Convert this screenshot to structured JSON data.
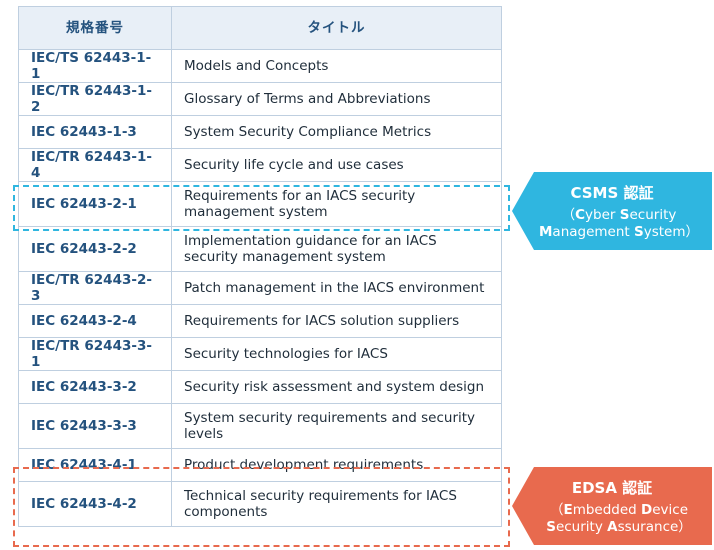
{
  "table": {
    "header": {
      "col1": "規格番号",
      "col2": "タイトル"
    },
    "rows": [
      {
        "std": "IEC/TS 62443-1-1",
        "title": "Models and Concepts"
      },
      {
        "std": "IEC/TR 62443-1-2",
        "title": "Glossary of Terms and Abbreviations"
      },
      {
        "std": "IEC 62443-1-3",
        "title": "System Security Compliance Metrics"
      },
      {
        "std": "IEC/TR 62443-1-4",
        "title": "Security life cycle and use cases"
      },
      {
        "std": "IEC 62443-2-1",
        "title": "Requirements for an IACS security management system"
      },
      {
        "std": "IEC 62443-2-2",
        "title": "Implementation guidance for an IACS security management system"
      },
      {
        "std": "IEC/TR 62443-2-3",
        "title": "Patch management in the IACS environment"
      },
      {
        "std": "IEC 62443-2-4",
        "title": "Requirements for IACS solution suppliers"
      },
      {
        "std": "IEC/TR 62443-3-1",
        "title": "Security technologies for IACS"
      },
      {
        "std": "IEC 62443-3-2",
        "title": "Security risk assessment and system design"
      },
      {
        "std": "IEC 62443-3-3",
        "title": "System security requirements and security levels"
      },
      {
        "std": "IEC 62443-4-1",
        "title": "Product development requirements"
      },
      {
        "std": "IEC 62443-4-2",
        "title": "Technical security requirements for IACS components"
      }
    ]
  },
  "callouts": {
    "csms": {
      "head": "CSMS 認証",
      "open": "（",
      "line1a": "C",
      "line1b": "yber ",
      "line1c": "S",
      "line1d": "ecurity",
      "line2a": "M",
      "line2b": "anagement ",
      "line2c": "S",
      "line2d": "ystem",
      "close": "）",
      "color": "#2fb6e0"
    },
    "edsa": {
      "head": "EDSA 認証",
      "open": "（",
      "line1a": "E",
      "line1b": "mbedded ",
      "line1c": "D",
      "line1d": "evice",
      "line2a": "S",
      "line2b": "ecurity ",
      "line2c": "A",
      "line2d": "ssurance",
      "close": "）",
      "color": "#e86a4e"
    }
  }
}
